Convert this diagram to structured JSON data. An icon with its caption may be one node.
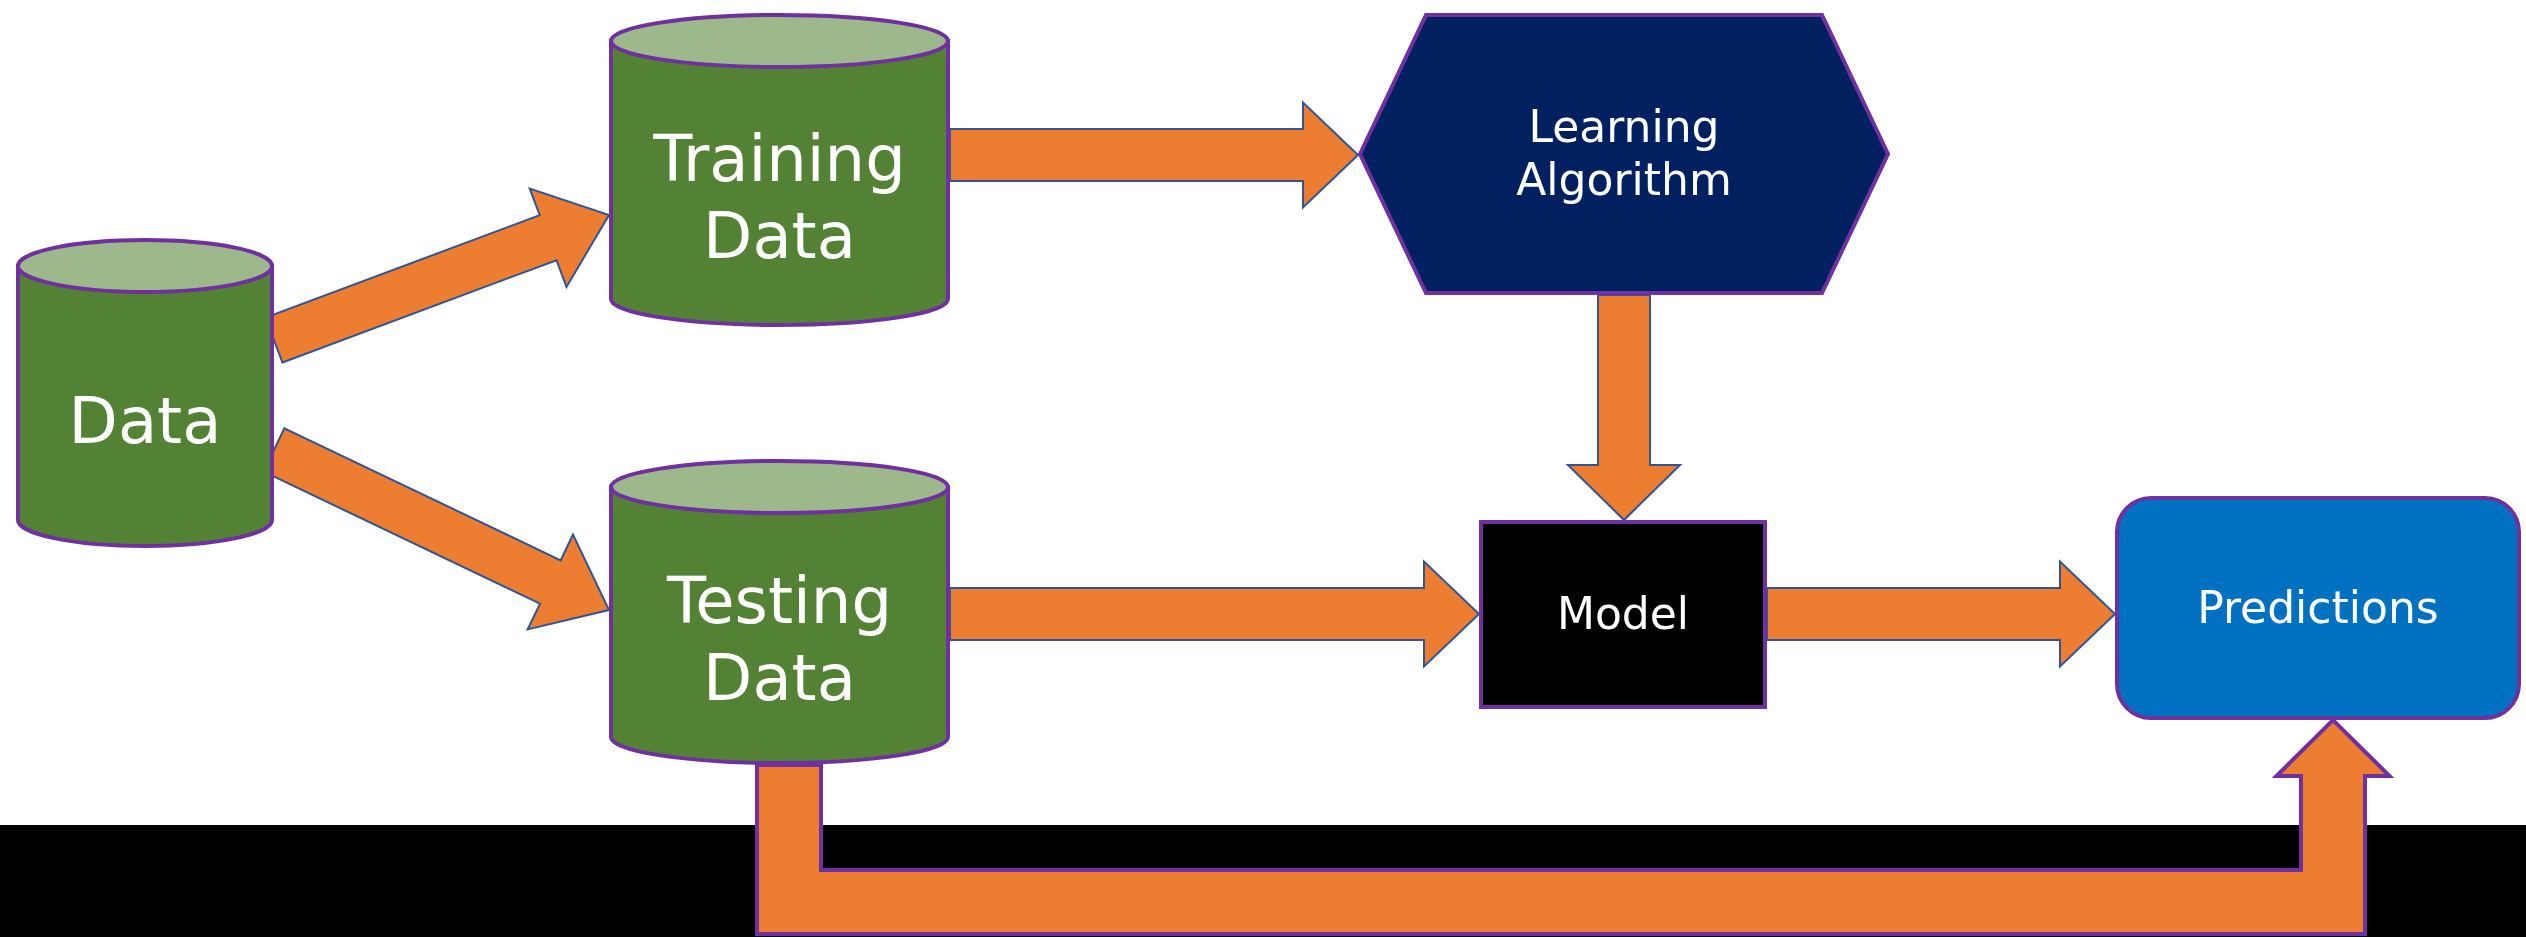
{
  "diagram": {
    "nodes": [
      {
        "text": [
          "Data"
        ]
      },
      {
        "text": [
          "Training Data"
        ]
      },
      {
        "text": [
          "Learning Algorithm"
        ]
      },
      {
        "text": [
          "Testing Data"
        ]
      },
      {
        "text": [
          "Model"
        ]
      },
      {
        "text": [
          "Predictions"
        ]
      },
      {
        "text": [],
        "shape": "bar"
      }
    ],
    "edges": [
      {
        "from": 0,
        "to": 1,
        "arrow": "to"
      },
      {
        "from": 0,
        "to": 3,
        "arrow": "to"
      },
      {
        "from": 1,
        "to": 2,
        "arrow": "to"
      },
      {
        "from": 2,
        "to": 4,
        "arrow": "to"
      },
      {
        "from": 3,
        "to": 4,
        "arrow": "to"
      },
      {
        "from": 4,
        "to": 5,
        "arrow": "to"
      },
      {
        "from": 3,
        "to": 5,
        "arrow": "to"
      }
    ]
  }
}
